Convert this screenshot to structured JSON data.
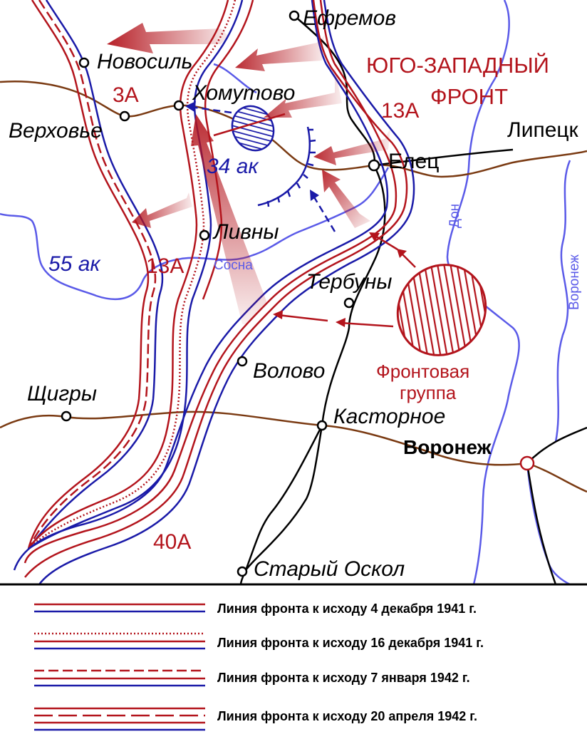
{
  "colors": {
    "front_red": "#b3141c",
    "front_blue": "#1a1aa8",
    "river": "#5a5ae8",
    "road": "#7a3a12",
    "rail": "#000000"
  },
  "cities": [
    {
      "id": "efremov",
      "name": "Ефремов"
    },
    {
      "id": "novosil",
      "name": "Новосиль"
    },
    {
      "id": "khomutovo",
      "name": "Хомутово"
    },
    {
      "id": "verkhovye",
      "name": "Верховье"
    },
    {
      "id": "elets",
      "name": "Елец"
    },
    {
      "id": "lipetsk",
      "name": "Липецк"
    },
    {
      "id": "livny",
      "name": "Ливны"
    },
    {
      "id": "terbuny",
      "name": "Тербуны"
    },
    {
      "id": "volovo",
      "name": "Волово"
    },
    {
      "id": "shchigry",
      "name": "Щигры"
    },
    {
      "id": "kastornoe",
      "name": "Касторное"
    },
    {
      "id": "voronezh",
      "name": "Воронеж"
    },
    {
      "id": "stary_oskol",
      "name": "Старый Оскол"
    }
  ],
  "armies": {
    "a3": "3А",
    "a13_north": "13А",
    "a13_west": "13А",
    "a40": "40А",
    "ak34": "34 ак",
    "ak55": "55 ак"
  },
  "front": {
    "line1": "ЮГО-ЗАПАДНЫЙ",
    "line2": "ФРОНТ"
  },
  "group": {
    "line1": "Фронтовая",
    "line2": "группа"
  },
  "rivers": {
    "don": "Дон",
    "voronezh": "Воронеж",
    "sosna": "Сосна"
  },
  "legend": [
    {
      "label": "Линия фронта к исходу 4 декабря 1941 г."
    },
    {
      "label": "Линия фронта к исходу 16 декабря 1941 г."
    },
    {
      "label": "Линия фронта к исходу 7 января 1942 г."
    },
    {
      "label": "Линия фронта к исходу 20 апреля 1942 г."
    }
  ]
}
